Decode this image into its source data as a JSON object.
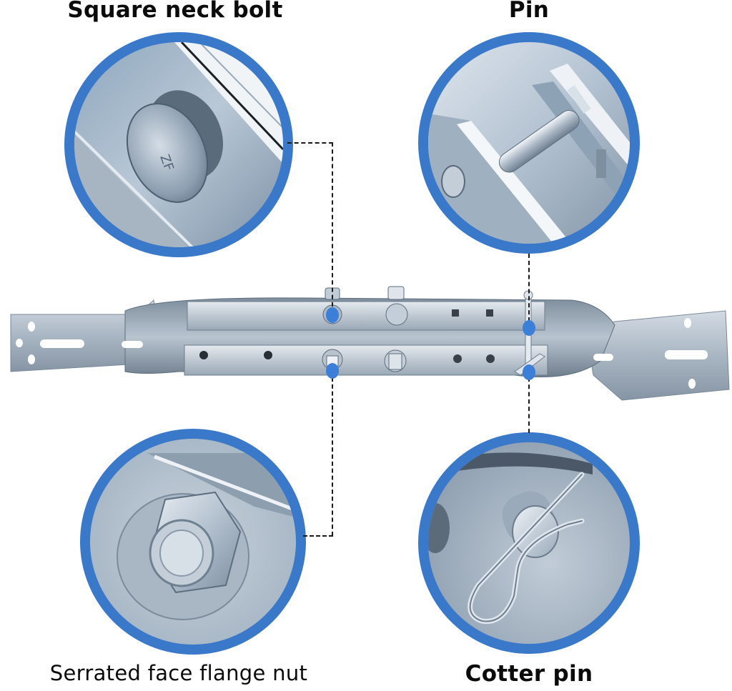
{
  "labels": {
    "top_left": "Square neck bolt",
    "top_right": "Pin",
    "bottom_left": "Serrated face flange nut",
    "bottom_right": "Cotter pin"
  },
  "colors": {
    "ring_blue": "#3a78c9",
    "dot_blue": "#3b7fd8",
    "dash": "#1a1a1a",
    "label_text": "#0b0b0b",
    "metal_light": "#c9d3dd",
    "metal_dark": "#6e7f90"
  },
  "callouts": [
    {
      "id": "square-neck-bolt",
      "detail": "bolt-head-closeup"
    },
    {
      "id": "pin",
      "detail": "pin-closeup"
    },
    {
      "id": "serrated-face-flange-nut",
      "detail": "flange-nut-closeup"
    },
    {
      "id": "cotter-pin",
      "detail": "cotter-pin-closeup"
    }
  ]
}
